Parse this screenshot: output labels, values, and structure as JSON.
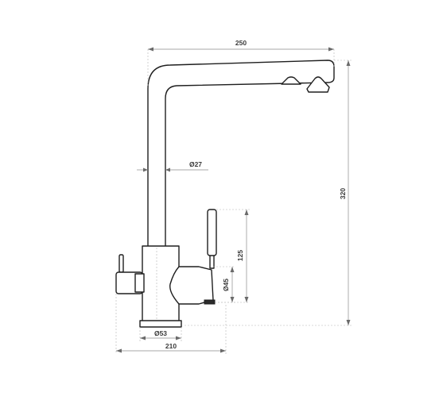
{
  "dimensions": {
    "overall_reach": "250",
    "overall_height": "320",
    "spout_diameter": "Ø27",
    "lever_height": "125",
    "lever_diameter": "Ø45",
    "base_diameter": "Ø53",
    "base_width": "210"
  }
}
